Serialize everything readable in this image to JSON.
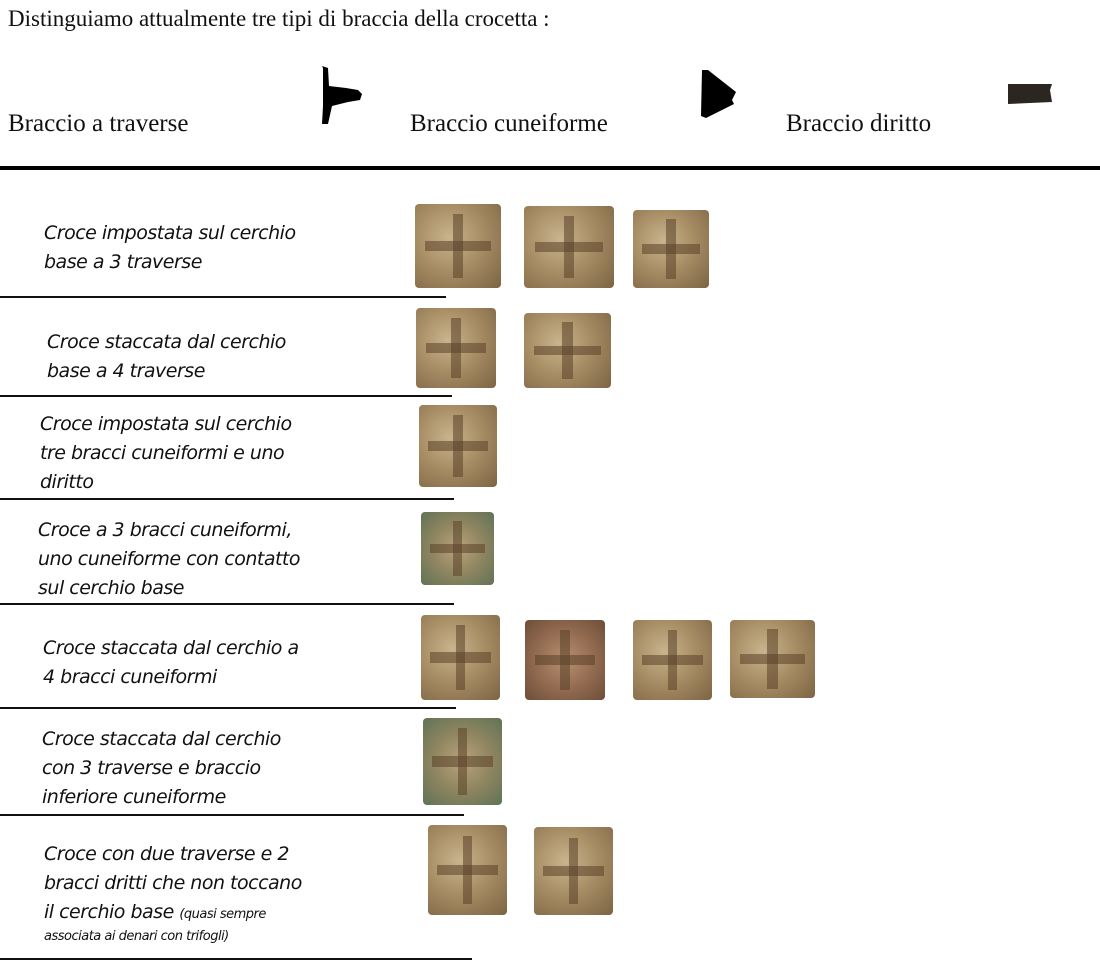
{
  "title": "Distinguiamo attualmente tre tipi di braccia della crocetta :",
  "arm_types": [
    {
      "label": "Braccio a traverse",
      "icon": "traverse-arm-icon"
    },
    {
      "label": "Braccio cuneiforme",
      "icon": "wedge-arm-icon"
    },
    {
      "label": "Braccio diritto",
      "icon": "straight-arm-icon"
    }
  ],
  "rows": [
    {
      "lines": [
        "Croce impostata sul cerchio",
        "base a 3 traverse"
      ],
      "coins": 3
    },
    {
      "lines": [
        "Croce staccata dal cerchio",
        "base a 4 traverse"
      ],
      "coins": 2
    },
    {
      "lines": [
        "Croce impostata sul cerchio",
        "tre bracci cuneiformi e uno",
        "diritto"
      ],
      "coins": 1
    },
    {
      "lines": [
        "Croce a 3 bracci cuneiformi,",
        "uno cuneiforme con contatto",
        "sul cerchio base"
      ],
      "coins": 1
    },
    {
      "lines": [
        "Croce staccata dal cerchio a",
        "4 bracci cuneiformi"
      ],
      "coins": 4
    },
    {
      "lines": [
        "Croce staccata dal cerchio",
        "con 3 traverse e braccio",
        "inferiore cuneiforme"
      ],
      "coins": 1
    },
    {
      "lines": [
        "Croce con due traverse e 2",
        "bracci dritti che non toccano",
        "il cerchio base"
      ],
      "note": [
        "(quasi sempre",
        "associata ai denari con trifogli)"
      ],
      "coins": 2
    }
  ]
}
